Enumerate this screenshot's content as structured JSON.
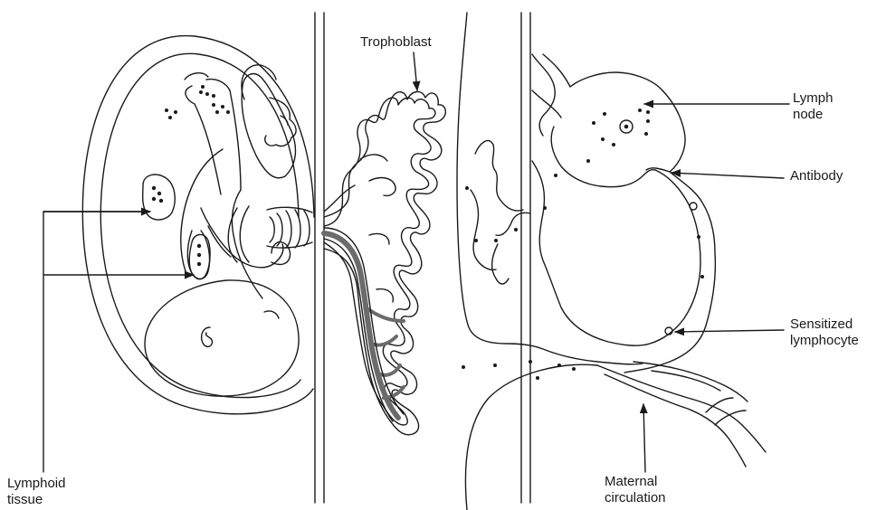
{
  "labels": {
    "trophoblast": "Trophoblast",
    "lymph_node_1": "Lymph",
    "lymph_node_2": "node",
    "antibody": "Antibody",
    "sensitized_1": "Sensitized",
    "sensitized_2": "lymphocyte",
    "lymphoid_1": "Lymphoid",
    "lymphoid_2": "tissue",
    "maternal_1": "Maternal",
    "maternal_2": "circulation"
  },
  "colors": {
    "line": "#1a1a1a",
    "fetal_vessel": "#6b6b6b",
    "background": "#ffffff"
  }
}
